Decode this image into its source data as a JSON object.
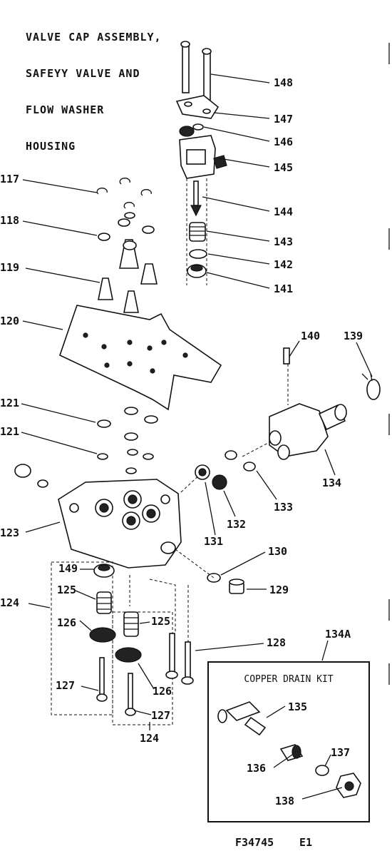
{
  "title_lines": [
    "VALVE CAP ASSEMBLY,",
    "SAFEYY VALVE AND",
    "FLOW WASHER",
    "HOUSING"
  ],
  "labels": {
    "p148": "148",
    "p147": "147",
    "p146": "146",
    "p145": "145",
    "p144": "144",
    "p143": "143",
    "p142": "142",
    "p141": "141",
    "p117": "117",
    "p118": "118",
    "p119": "119",
    "p120": "120",
    "p121a": "121",
    "p121b": "121",
    "p140": "140",
    "p139": "139",
    "p134": "134",
    "p133": "133",
    "p132": "132",
    "p131": "131",
    "p123": "123",
    "p130": "130",
    "p129": "129",
    "p149": "149",
    "p125a": "125",
    "p125b": "125",
    "p124a": "124",
    "p124b": "124",
    "p126a": "126",
    "p126b": "126",
    "p127a": "127",
    "p127b": "127",
    "p128": "128",
    "p134a": "134A",
    "p135": "135",
    "p136": "136",
    "p137": "137",
    "p138": "138"
  },
  "kit_title": "COPPER DRAIN  KIT",
  "footer": {
    "code": "F34745",
    "rev": "E1"
  }
}
